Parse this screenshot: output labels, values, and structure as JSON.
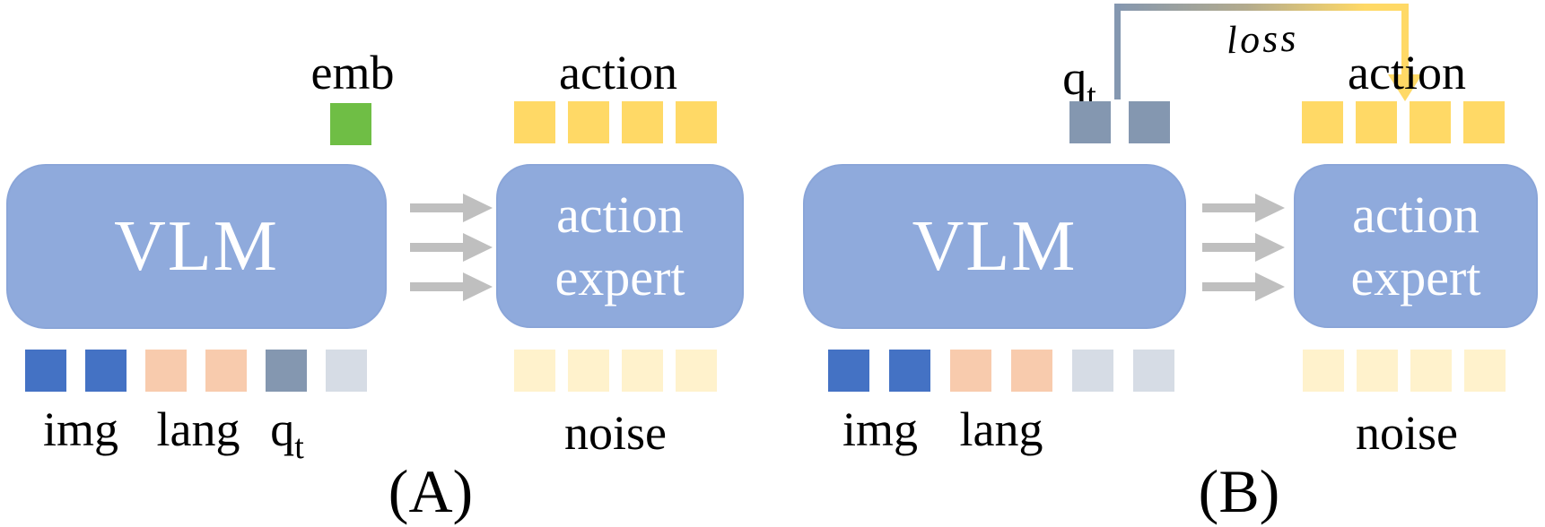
{
  "figure": {
    "background": "#FFFFFF",
    "colors": {
      "box_blue": "#8FAADC",
      "token_blue": "#4472C4",
      "token_peach": "#F8CBAD",
      "token_gray_blue": "#8497B0",
      "token_light_gray": "#D6DCE5",
      "token_green": "#6FBE45",
      "token_yellow": "#FFD966",
      "token_cream": "#FFF2CC",
      "arrow_gray": "#BFBFBF",
      "box_text": "#FFFFFF",
      "label_text": "#000000"
    },
    "panel_a": {
      "caption": "(A)",
      "vlm": {
        "label": "VLM"
      },
      "action_expert": {
        "line1": "action",
        "line2": "expert"
      },
      "emb": {
        "label": "emb",
        "tokens": [
          "#6FBE45"
        ]
      },
      "action_out": {
        "label": "action",
        "tokens": [
          "#FFD966",
          "#FFD966",
          "#FFD966",
          "#FFD966"
        ]
      },
      "noise": {
        "label": "noise",
        "tokens": [
          "#FFF2CC",
          "#FFF2CC",
          "#FFF2CC",
          "#FFF2CC"
        ]
      },
      "inputs": {
        "tokens": [
          "#4472C4",
          "#4472C4",
          "#F8CBAD",
          "#F8CBAD",
          "#8497B0",
          "#D6DCE5"
        ],
        "label_img": "img",
        "label_lang": "lang",
        "label_q": "q",
        "label_q_sub": "t"
      },
      "arrow_count": 3
    },
    "panel_b": {
      "caption": "(B)",
      "vlm": {
        "label": "VLM"
      },
      "action_expert": {
        "line1": "action",
        "line2": "expert"
      },
      "qt": {
        "label": "q",
        "sub": "t",
        "tokens": [
          "#8497B0",
          "#8497B0"
        ]
      },
      "loss": {
        "label": "loss"
      },
      "action_out": {
        "label": "action",
        "tokens": [
          "#FFD966",
          "#FFD966",
          "#FFD966",
          "#FFD966"
        ]
      },
      "noise": {
        "label": "noise",
        "tokens": [
          "#FFF2CC",
          "#FFF2CC",
          "#FFF2CC",
          "#FFF2CC"
        ]
      },
      "inputs": {
        "tokens": [
          "#4472C4",
          "#4472C4",
          "#F8CBAD",
          "#F8CBAD",
          "#D6DCE5",
          "#D6DCE5"
        ],
        "label_img": "img",
        "label_lang": "lang"
      },
      "arrow_count": 3
    }
  }
}
